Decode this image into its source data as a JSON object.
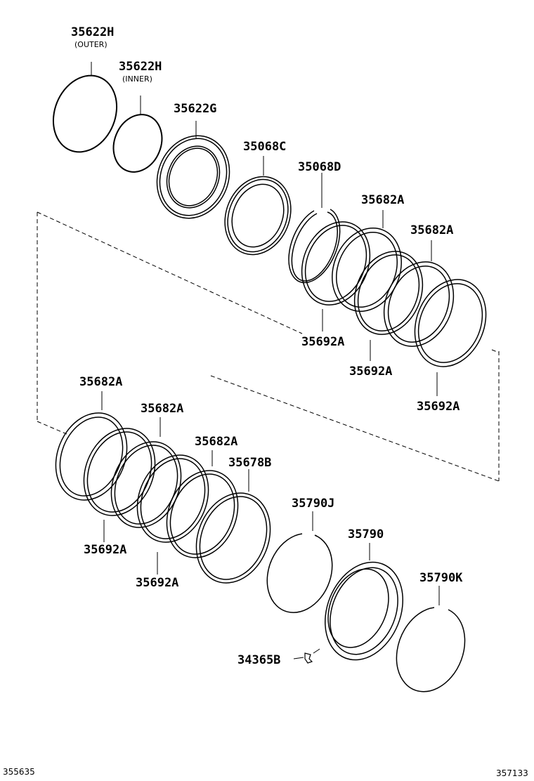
{
  "labels": {
    "p35622h_outer": "35622H",
    "p35622h_outer_note": "(OUTER)",
    "p35622h_inner": "35622H",
    "p35622h_inner_note": "(INNER)",
    "p35622g": "35622G",
    "p35068c": "35068C",
    "p35068d": "35068D",
    "p35682a_1": "35682A",
    "p35682a_2": "35682A",
    "p35692a_1": "35692A",
    "p35692a_2": "35692A",
    "p35692a_3": "35692A",
    "p35682a_3": "35682A",
    "p35682a_4": "35682A",
    "p35682a_5": "35682A",
    "p35678b": "35678B",
    "p35692a_4": "35692A",
    "p35692a_5": "35692A",
    "p35790j": "35790J",
    "p35790": "35790",
    "p35790k": "35790K",
    "p34365b": "34365B"
  },
  "footer": {
    "left": "355635",
    "right": "357133"
  }
}
